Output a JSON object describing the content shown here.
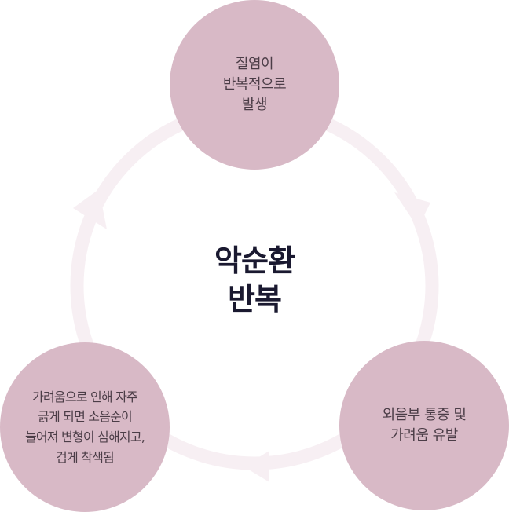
{
  "center": {
    "label": "악순환\n반복"
  },
  "nodes": {
    "top": {
      "label": "질염이\n반복적으로\n발생"
    },
    "right": {
      "label": "외음부 통증 및\n가려움 유발"
    },
    "left": {
      "label": "가려움으로 인해 자주\n긁게 되면 소음순이\n늘어져 변형이 심해지고,\n검게 착색됨"
    }
  },
  "colors": {
    "node_fill": "#d8b9c6",
    "node_text": "#4b3d47",
    "center_text": "#1a1930",
    "ring": "#f7eff3"
  }
}
